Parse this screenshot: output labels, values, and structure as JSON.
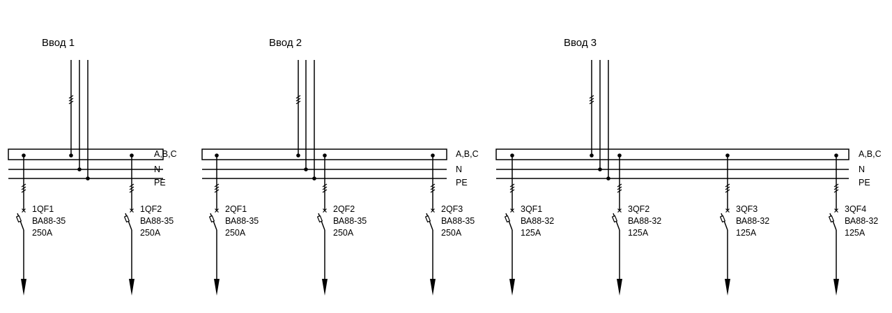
{
  "colors": {
    "line": "#000000",
    "background": "#ffffff"
  },
  "bus_labels": {
    "phases": "A,B,C",
    "neutral": "N",
    "earth": "PE"
  },
  "inputs": [
    {
      "title": "Ввод 1",
      "breakers": [
        {
          "id": "1QF1",
          "type": "ВА88-35",
          "rating": "250А"
        },
        {
          "id": "1QF2",
          "type": "ВА88-35",
          "rating": "250А"
        }
      ]
    },
    {
      "title": "Ввод 2",
      "breakers": [
        {
          "id": "2QF1",
          "type": "ВА88-35",
          "rating": "250А"
        },
        {
          "id": "2QF2",
          "type": "ВА88-35",
          "rating": "250А"
        },
        {
          "id": "2QF3",
          "type": "ВА88-35",
          "rating": "250А"
        }
      ]
    },
    {
      "title": "Ввод 3",
      "breakers": [
        {
          "id": "3QF1",
          "type": "ВА88-32",
          "rating": "125А"
        },
        {
          "id": "3QF2",
          "type": "ВА88-32",
          "rating": "125А"
        },
        {
          "id": "3QF3",
          "type": "ВА88-32",
          "rating": "125А"
        },
        {
          "id": "3QF4",
          "type": "ВА88-32",
          "rating": "125А"
        }
      ]
    }
  ]
}
